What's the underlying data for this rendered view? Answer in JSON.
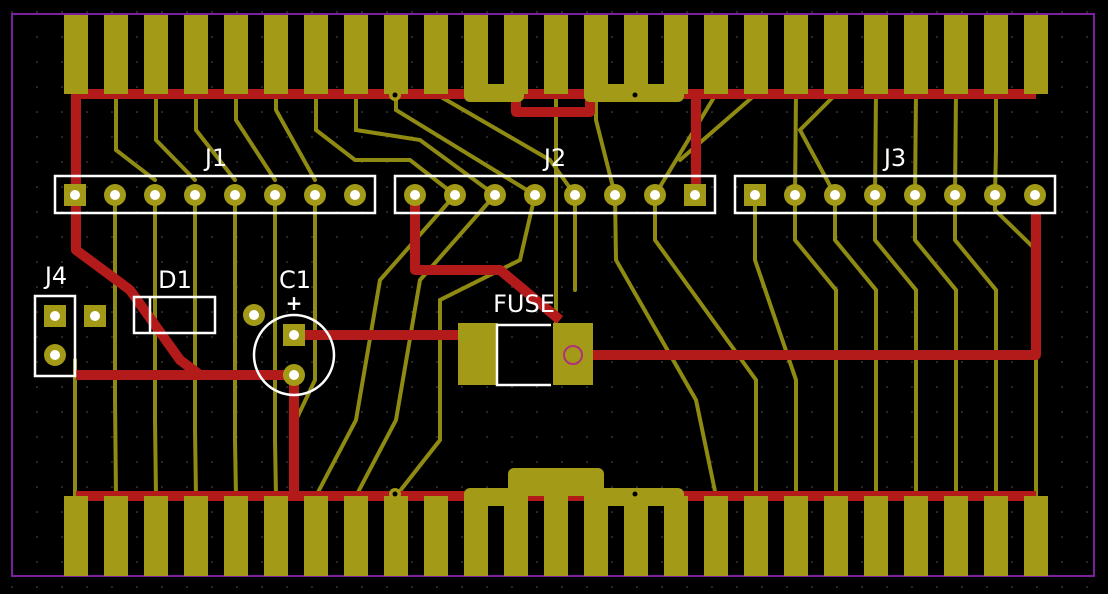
{
  "colors": {
    "background": "#000000",
    "edge_cuts": "#7a1f9e",
    "copper_front": "#b31a1a",
    "copper_back": "#8f8a12",
    "pad": "#a39a18",
    "silkscreen": "#ffffff",
    "via_ring": "#b0307a"
  },
  "components": {
    "j1": "J1",
    "j2": "J2",
    "j3": "J3",
    "j4": "J4",
    "d1": "D1",
    "c1": "C1",
    "c1_polarity": "+",
    "fuse": "FUSE"
  }
}
